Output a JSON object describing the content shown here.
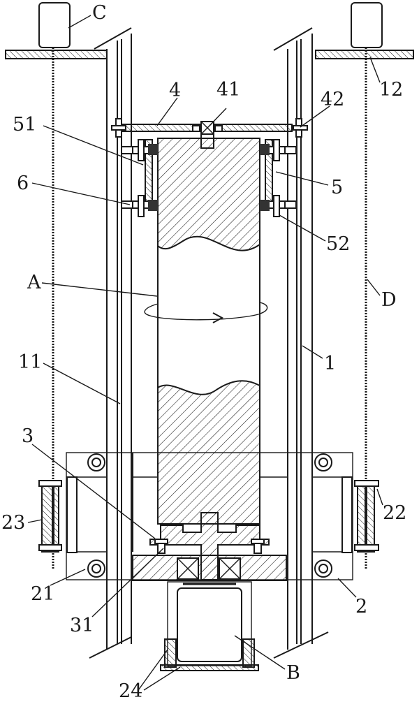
{
  "labels": {
    "C": "C",
    "n12": "12",
    "n4": "4",
    "n41": "41",
    "n42": "42",
    "n51": "51",
    "n6": "6",
    "n5": "5",
    "n52": "52",
    "A": "A",
    "D": "D",
    "n11": "11",
    "n1": "1",
    "n3": "3",
    "n22": "22",
    "n23": "23",
    "n21": "21",
    "n2": "2",
    "n31": "31",
    "n24": "24",
    "B": "B"
  },
  "colors": {
    "stroke": "#1a1a1a",
    "background": "#ffffff"
  }
}
